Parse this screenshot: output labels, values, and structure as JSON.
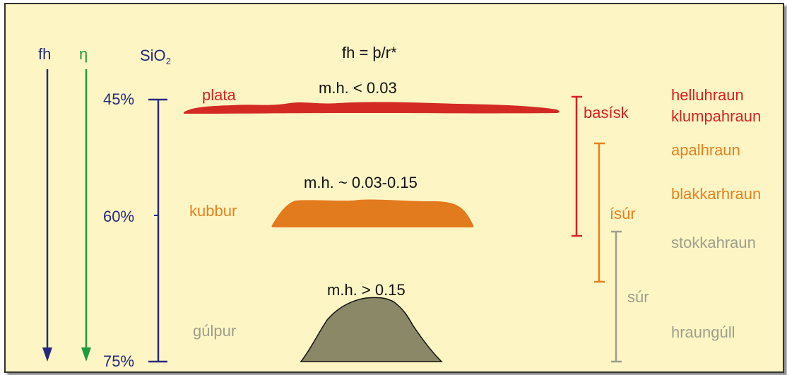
{
  "arrows": {
    "fh_label": "fh",
    "eta_label": "η"
  },
  "silica": {
    "label_main": "SiO",
    "label_sub": "2",
    "ticks": [
      "45%",
      "60%",
      "75%"
    ]
  },
  "formula": "fh = þ/r*",
  "shapes": [
    {
      "name": "plata",
      "ratio": "m.h. < 0.03"
    },
    {
      "name": "kubbur",
      "ratio": "m.h. ~ 0.03-0.15"
    },
    {
      "name": "gúlpur",
      "ratio": "m.h. > 0.15"
    }
  ],
  "ranges": {
    "basisk": "basísk",
    "isur": "ísúr",
    "sur": "súr"
  },
  "lava_types": [
    "helluhraun",
    "klumpahraun",
    "apalhraun",
    "blakkarhraun",
    "stokkahraun",
    "hraungúll"
  ],
  "colors": {
    "background": "#fdf6c4",
    "navy": "#262a7a",
    "green": "#1f9a3e",
    "red": "#dc1e22",
    "orange": "#e8801f",
    "gray": "#9e9e8e",
    "plata_fill": "#d42a24",
    "kubbur_fill": "#e27a1e",
    "gulpur_fill": "#8a8866"
  }
}
